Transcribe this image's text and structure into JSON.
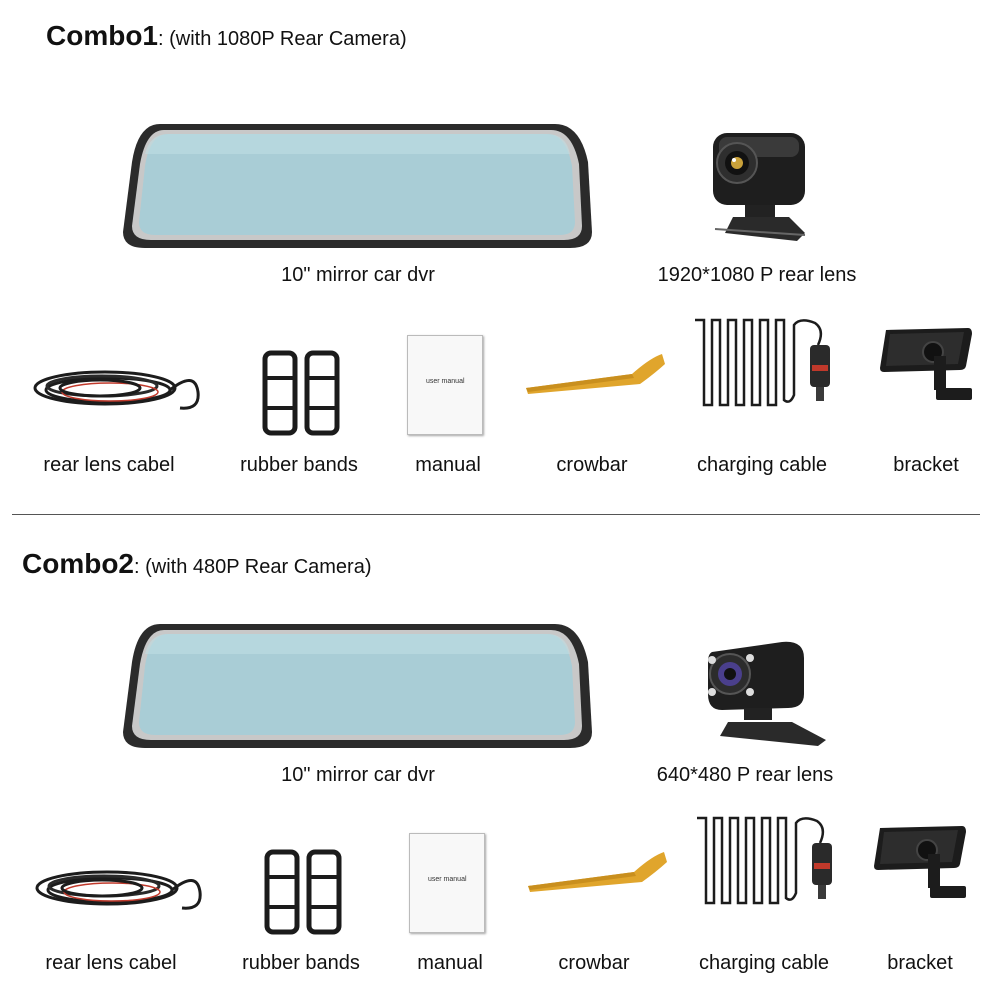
{
  "combos": [
    {
      "title": "Combo1",
      "subtitle": ": (with 1080P Rear Camera)",
      "main_items": [
        "10\" mirror car dvr",
        "1920*1080 P rear lens"
      ],
      "accessories": [
        "rear lens cabel",
        "rubber bands",
        "manual",
        "crowbar",
        "charging cable",
        "bracket"
      ],
      "manual_cover_text": "user manual"
    },
    {
      "title": "Combo2",
      "subtitle": ": (with 480P Rear Camera)",
      "main_items": [
        "10\" mirror car dvr",
        "640*480 P rear lens"
      ],
      "accessories": [
        "rear lens cabel",
        "rubber bands",
        "manual",
        "crowbar",
        "charging cable",
        "bracket"
      ],
      "manual_cover_text": "user manual"
    }
  ],
  "colors": {
    "mirror_glass": "#a9cdd6",
    "mirror_frame": "#2b2b2b",
    "crowbar": "#e0a52c",
    "cable": "#1c1c1c",
    "cable_accent": "#c0392b"
  }
}
